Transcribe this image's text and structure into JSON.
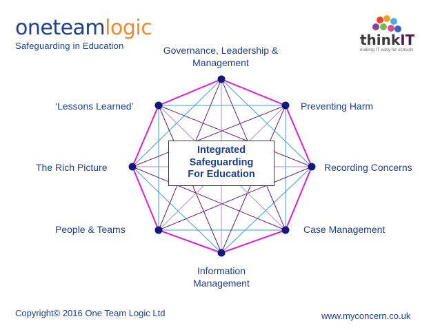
{
  "logo_left": {
    "main_part1": "oneteam",
    "main_part2": "logic",
    "tagline": "Safeguarding in Education"
  },
  "logo_right": {
    "word_part1": "think",
    "word_part2": "IT",
    "tagline": "making IT easy for schools"
  },
  "nodes": [
    {
      "id": "governance",
      "lines": [
        "Governance, Leadership &",
        "Management"
      ]
    },
    {
      "id": "preventing",
      "lines": [
        "Preventing Harm"
      ]
    },
    {
      "id": "recording",
      "lines": [
        "Recording Concerns"
      ]
    },
    {
      "id": "case",
      "lines": [
        "Case Management"
      ]
    },
    {
      "id": "information",
      "lines": [
        "Information",
        "Management"
      ]
    },
    {
      "id": "people",
      "lines": [
        "People & Teams"
      ]
    },
    {
      "id": "rich",
      "lines": [
        "The Rich Picture"
      ]
    },
    {
      "id": "lessons",
      "lines": [
        "‘Lessons Learned’"
      ]
    }
  ],
  "center": {
    "lines": [
      "Integrated",
      "Safeguarding",
      "For Education"
    ]
  },
  "footer": {
    "copyright": "Copyright© 2016 One Team Logic Ltd",
    "url": "www.myconcern.co.uk"
  },
  "colors": {
    "octagon": "#e01cd8",
    "purple": "#6a1b6e",
    "blue": "#3aa0d6",
    "node": "#0e1a7a",
    "text": "#1d3f8f"
  }
}
